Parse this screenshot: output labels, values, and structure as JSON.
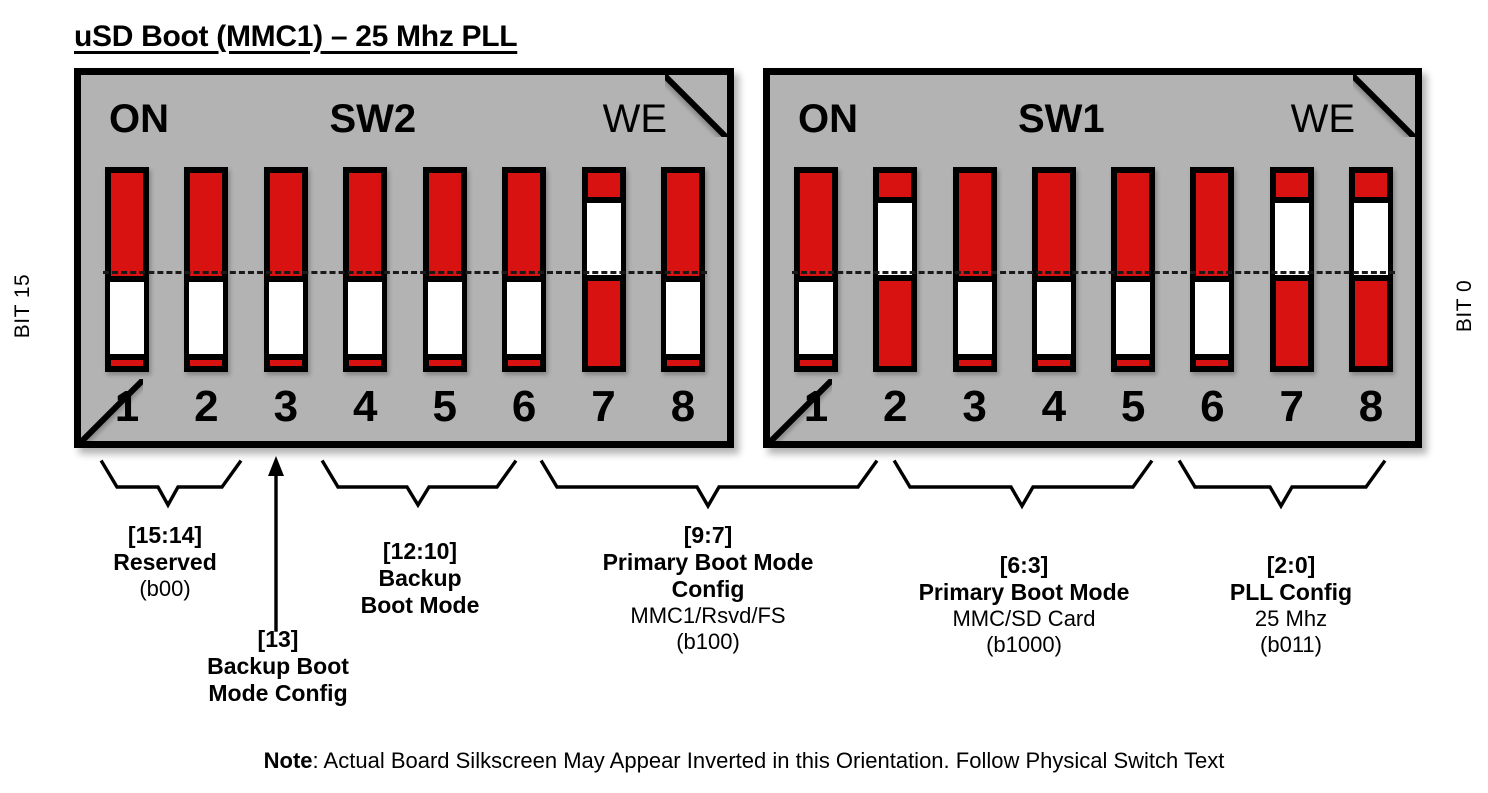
{
  "title": "uSD Boot (MMC1) – 25 Mhz PLL",
  "bit_labels": {
    "left": "BIT 15",
    "right": "BIT 0"
  },
  "switch_blocks": [
    {
      "id": "sw2",
      "name": "SW2",
      "on_label": "ON",
      "we_label": "WE",
      "switches": [
        {
          "number": "1",
          "position": "down"
        },
        {
          "number": "2",
          "position": "down"
        },
        {
          "number": "3",
          "position": "down"
        },
        {
          "number": "4",
          "position": "down"
        },
        {
          "number": "5",
          "position": "down"
        },
        {
          "number": "6",
          "position": "down"
        },
        {
          "number": "7",
          "position": "up"
        },
        {
          "number": "8",
          "position": "down"
        }
      ]
    },
    {
      "id": "sw1",
      "name": "SW1",
      "on_label": "ON",
      "we_label": "WE",
      "switches": [
        {
          "number": "1",
          "position": "down"
        },
        {
          "number": "2",
          "position": "up"
        },
        {
          "number": "3",
          "position": "down"
        },
        {
          "number": "4",
          "position": "down"
        },
        {
          "number": "5",
          "position": "down"
        },
        {
          "number": "6",
          "position": "down"
        },
        {
          "number": "7",
          "position": "up"
        },
        {
          "number": "8",
          "position": "up"
        }
      ]
    }
  ],
  "annotations": [
    {
      "id": "15-14",
      "range": "[15:14]",
      "name": "Reserved",
      "detail": "",
      "value": "(b00)"
    },
    {
      "id": "13",
      "range": "[13]",
      "name": "Backup Boot\nMode Config",
      "detail": "",
      "value": ""
    },
    {
      "id": "12-10",
      "range": "[12:10]",
      "name": "Backup\nBoot Mode",
      "detail": "",
      "value": ""
    },
    {
      "id": "9-7",
      "range": "[9:7]",
      "name": "Primary Boot Mode\nConfig",
      "detail": "MMC1/Rsvd/FS",
      "value": "(b100)"
    },
    {
      "id": "6-3",
      "range": "[6:3]",
      "name": "Primary Boot Mode",
      "detail": "MMC/SD Card",
      "value": "(b1000)"
    },
    {
      "id": "2-0",
      "range": "[2:0]",
      "name": "PLL Config",
      "detail": "25 Mhz",
      "value": "(b011)"
    }
  ],
  "footer": {
    "label": "Note",
    "text": ": Actual Board Silkscreen May Appear Inverted in this Orientation. Follow Physical Switch Text"
  },
  "colors": {
    "switch_red": "#d81111",
    "switch_body": "#b3b3b3",
    "outline": "#000000",
    "toggle": "#ffffff"
  }
}
